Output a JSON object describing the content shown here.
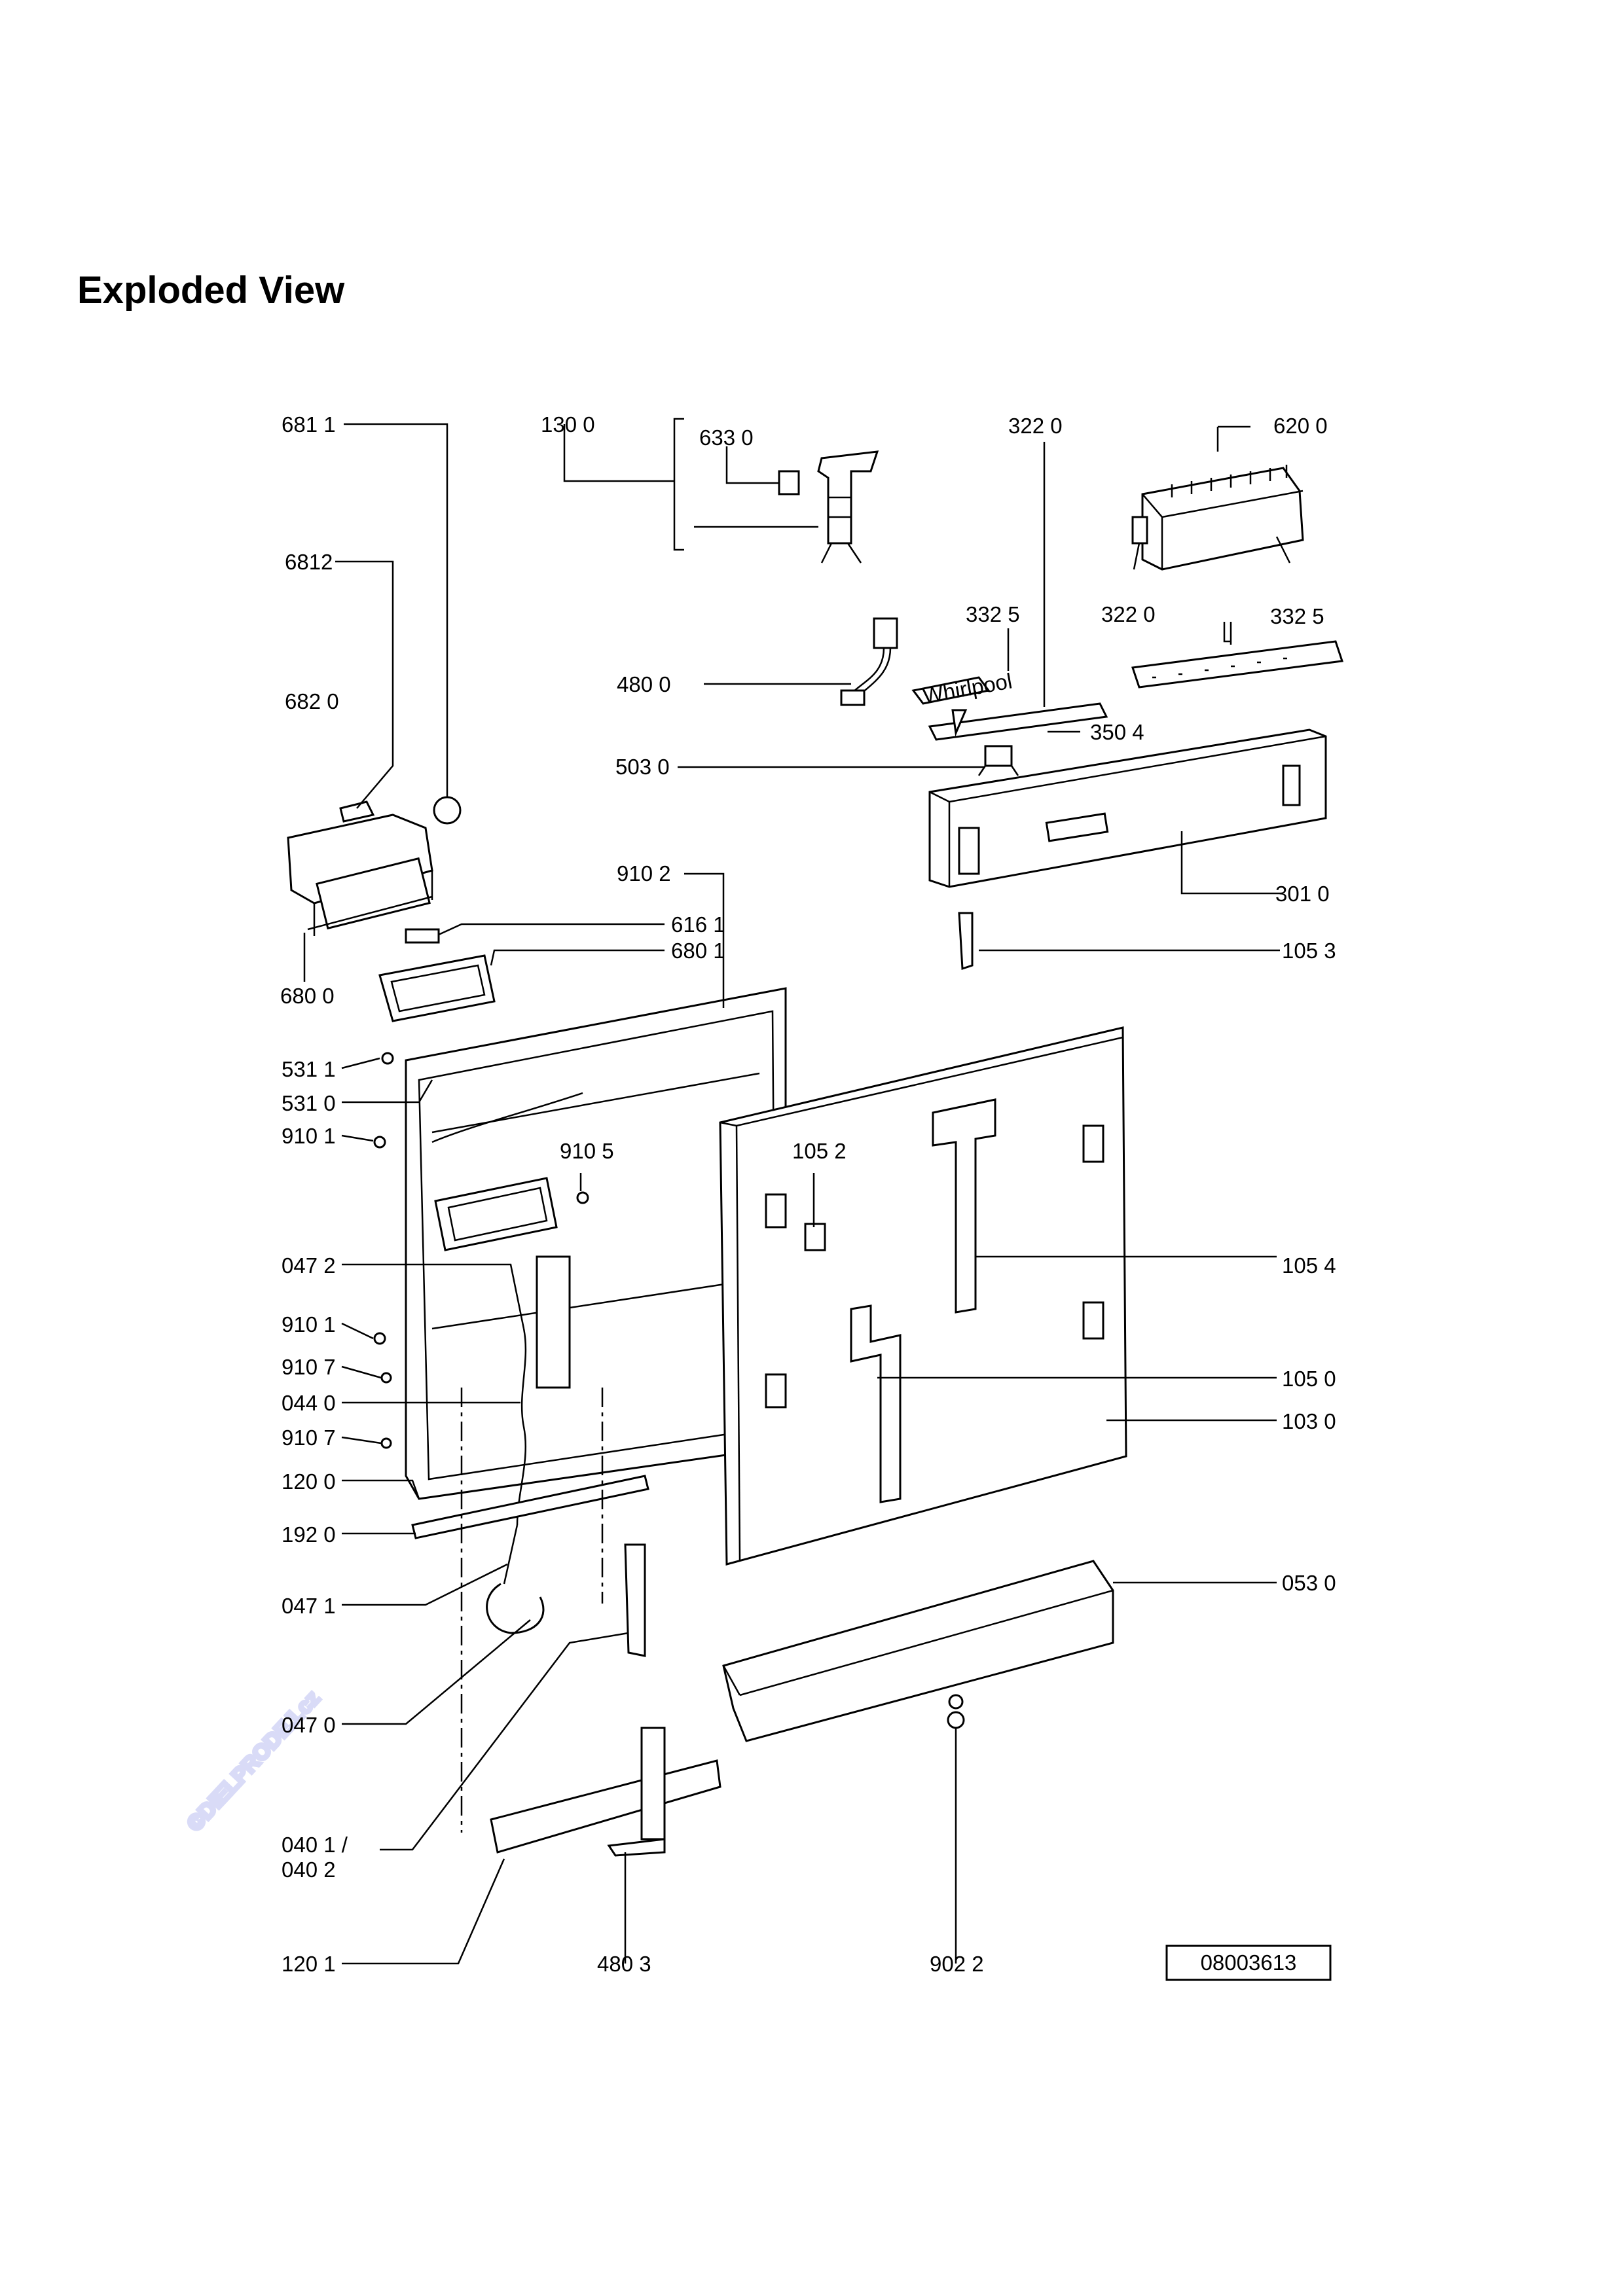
{
  "page": {
    "title": "Exploded View",
    "watermark": "©DIELPRODEJ.cz",
    "drawing_number": "08003613"
  },
  "callouts": {
    "c6811": "681 1",
    "c1300": "130 0",
    "c6330": "633 0",
    "c3220a": "322 0",
    "c6200": "620 0",
    "c6812": "6812",
    "c3325a": "332 5",
    "c3220b": "322  0",
    "c3325b": "332  5",
    "c4800": "480 0",
    "c6820": "682 0",
    "c3504": "350 4",
    "c5030": "503  0",
    "c9102": "910 2",
    "c3010": "301 0",
    "c6161": "616 1",
    "c6801": "680 1",
    "c1053": "105 3",
    "c6800": "680 0",
    "c5311": "531 1",
    "c5310": "531 0",
    "c9101a": "910 1",
    "c9105": "910 5",
    "c1052": "105 2",
    "c0472": "047 2",
    "c1054": "105 4",
    "c9101b": "910 1",
    "c9107a": "910 7",
    "c1050": "105 0",
    "c0440": "044 0",
    "c1030": "103 0",
    "c9107b": "910 7",
    "c1200": "120 0",
    "c1920": "192 0",
    "c0530": "053 0",
    "c0471": "047 1",
    "c0470": "047 0",
    "c0401": "040 1  /",
    "c0402": "040 2",
    "c1201": "120 1",
    "c4803": "480 3",
    "c9022": "902 2"
  },
  "badge_text": "Whirlpool"
}
